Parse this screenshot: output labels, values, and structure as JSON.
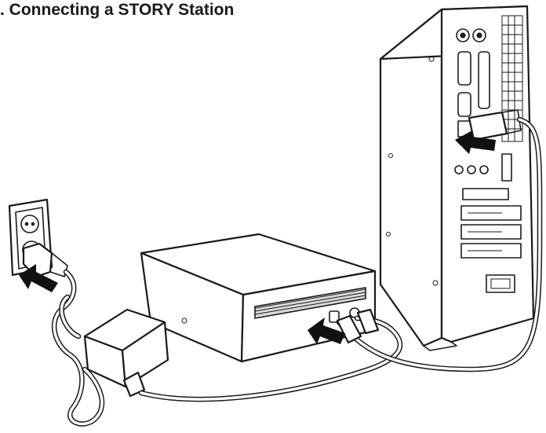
{
  "figure": {
    "caption": ". Connecting a STORY Station"
  },
  "parts": {
    "outlet": "wall-outlet",
    "adapter": "power-adapter",
    "drive": "external-hard-drive",
    "computer": "desktop-computer-tower"
  },
  "icons": {
    "arrows": [
      "plug-in-arrow",
      "drive-port-arrow",
      "computer-port-arrow"
    ]
  }
}
